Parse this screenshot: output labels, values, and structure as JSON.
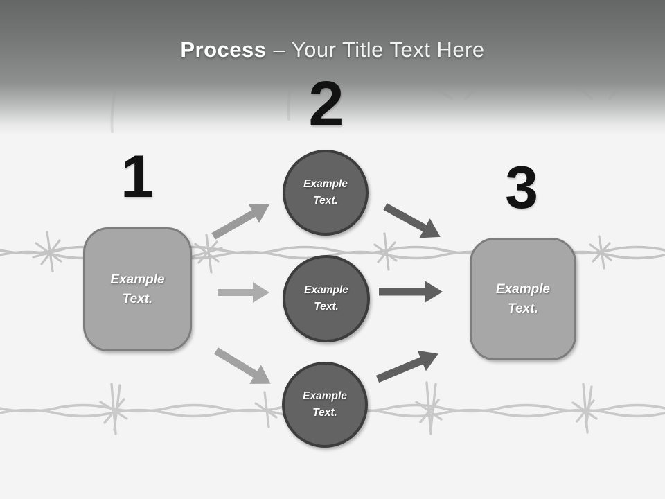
{
  "title": {
    "bold": "Process",
    "rest": "– Your Title Text Here"
  },
  "steps": [
    {
      "number": "1",
      "box_text": "Example Text."
    },
    {
      "number": "2"
    },
    {
      "number": "3",
      "box_text": "Example Text."
    }
  ],
  "circles": [
    {
      "text": "Example Text."
    },
    {
      "text": "Example Text."
    },
    {
      "text": "Example Text."
    }
  ],
  "colors": {
    "header_top": "#656767",
    "header_mid": "#8e9090",
    "background": "#f4f4f4",
    "box_fill": "#a7a7a7",
    "box_border": "#7d7d7d",
    "circle_fill": "#636363",
    "circle_border": "#3d3d3d",
    "arrow_light": "#a6a6a6",
    "arrow_dark": "#5f5f5f",
    "number_color": "#121212",
    "wire": "#c4c4c4",
    "title_text": "#ffffff"
  }
}
